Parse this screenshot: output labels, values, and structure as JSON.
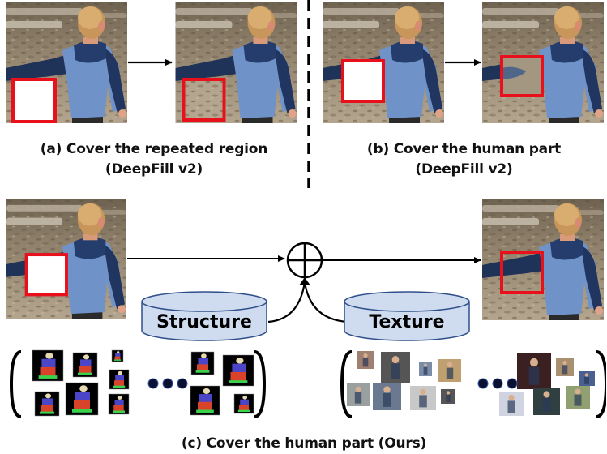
{
  "figure": {
    "panels": [
      {
        "id": "a",
        "caption_line1": "(a) Cover the repeated region",
        "caption_line2": "(DeepFill v2)",
        "input_mask": "white-box-over-sand",
        "output_result": "sand-texture-filled"
      },
      {
        "id": "b",
        "caption_line1": "(b) Cover the human part",
        "caption_line2": "(DeepFill v2)",
        "input_mask": "white-box-over-arm",
        "output_result": "blurred-arm-fill"
      },
      {
        "id": "c",
        "caption": "(c) Cover the human part (Ours)",
        "input_mask": "white-box-over-arm",
        "output_result": "arm-reconstructed"
      }
    ],
    "modules": {
      "structure_label": "Structure",
      "texture_label": "Texture",
      "combine_symbol": "circle-plus"
    },
    "ellipsis_dots": 3,
    "structure_samples_count": 10,
    "texture_samples_count": 15,
    "colors": {
      "mask_border": "#e8101a",
      "cylinder_fill": "#cfdcef",
      "cylinder_stroke": "#2f4f8a",
      "arrow": "#000000",
      "dot": "#0a1030",
      "seg_head": "#e6d9b0",
      "seg_torso": "#4b45c8",
      "seg_legs": "#d8432a",
      "seg_feet": "#39d24a",
      "seg_arm": "#d84ab8",
      "seg_face": "#59d6b8"
    }
  }
}
